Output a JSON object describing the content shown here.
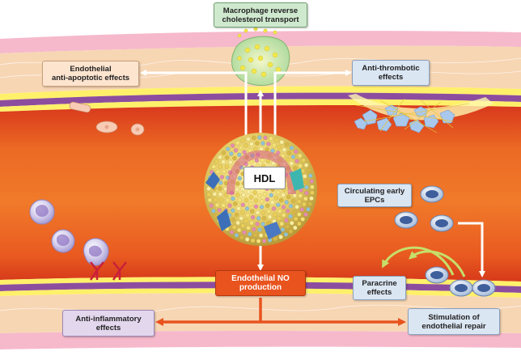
{
  "labels": {
    "macrophage": [
      "Macrophage reverse",
      "cholesterol transport"
    ],
    "endothelial_antiapoptotic": [
      "Endothelial",
      "anti-apoptotic effects"
    ],
    "antithrombotic": [
      "Anti-thrombotic",
      "effects"
    ],
    "hdl": "HDL",
    "circulating_epcs": [
      "Circulating early",
      "EPCs"
    ],
    "endothelial_no": [
      "Endothelial NO",
      "production"
    ],
    "paracrine": [
      "Paracrine",
      "effects"
    ],
    "anti_inflammatory": [
      "Anti-inflammatory",
      "effects"
    ],
    "stimulation_repair": [
      "Stimulation of",
      "endothelial repair"
    ]
  },
  "colors": {
    "vessel_lumen": "#e8591e",
    "vessel_wall_pink": "#f6b9cc",
    "vessel_wall_tan": "#f7d6b4",
    "endothelium_yellow": "#fff06a",
    "arrow_white": "#ffffff",
    "arrow_orange": "#e8531e",
    "arrow_green": "#c6de6a"
  }
}
